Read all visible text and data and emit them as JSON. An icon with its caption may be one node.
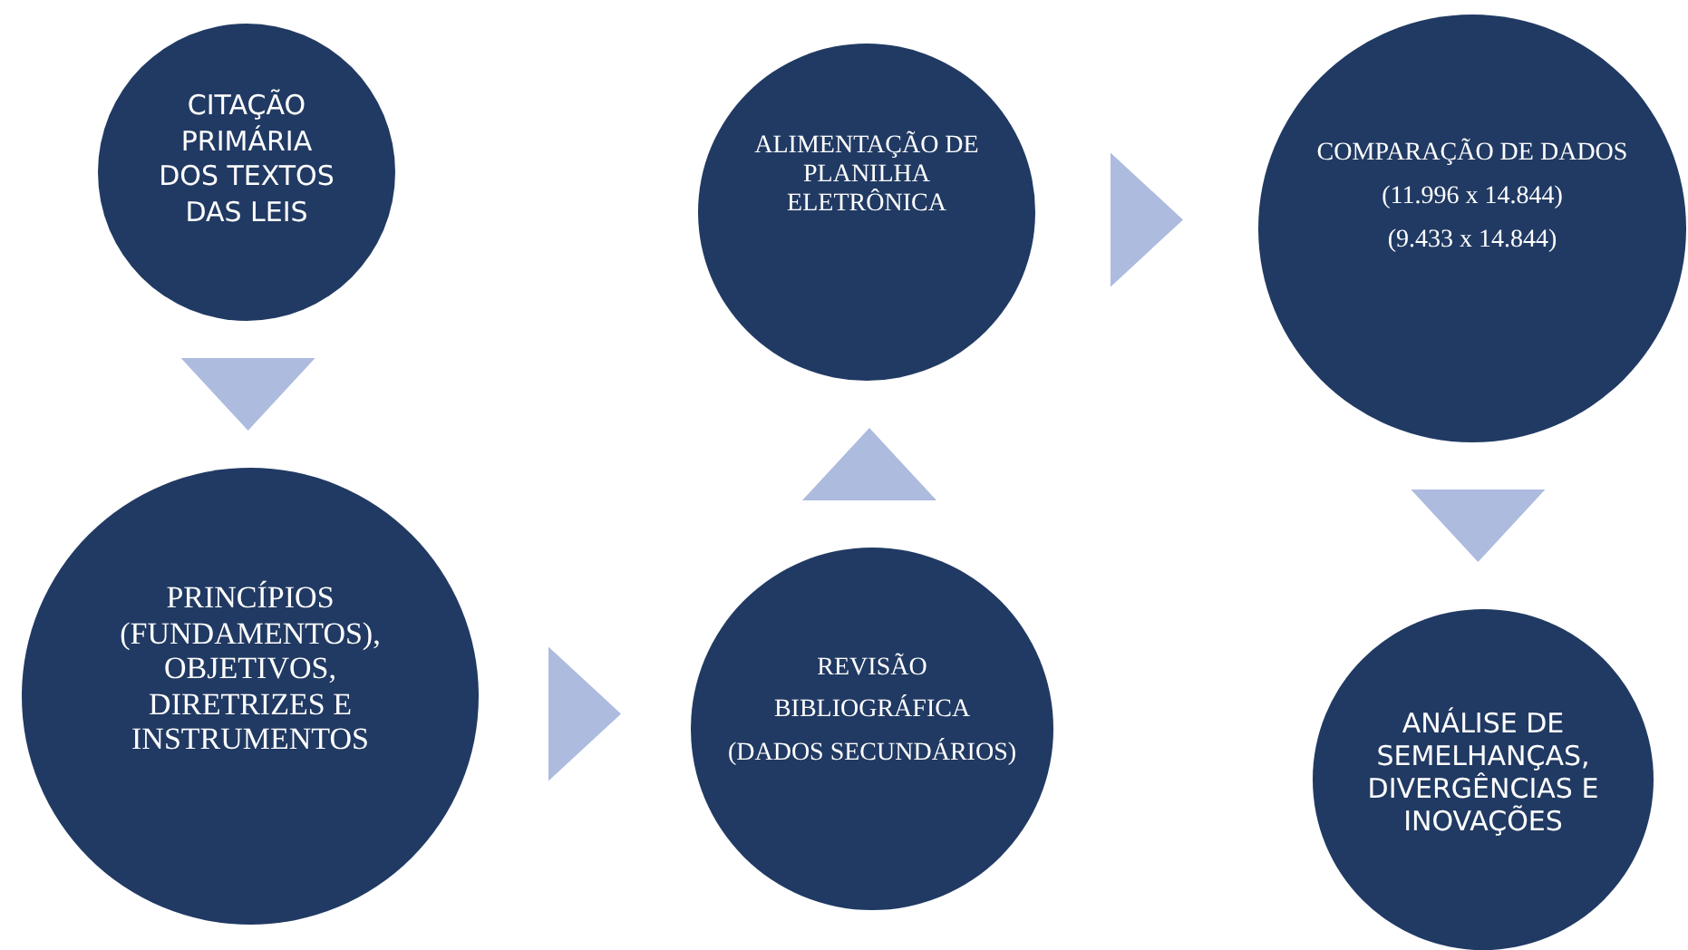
{
  "diagram": {
    "nodes": [
      {
        "text": [
          "CITAÇÃO PRIMÁRIA DOS TEXTOS DAS LEIS"
        ]
      },
      {
        "text": [
          "PRINCÍPIOS (FUNDAMENTOS), OBJETIVOS, DIRETRIZES E INSTRUMENTOS"
        ]
      },
      {
        "text": [
          "REVISÃO",
          "BIBLIOGRÁFICA",
          "(DADOS SECUNDÁRIOS)"
        ]
      },
      {
        "text": [
          "ALIMENTAÇÃO DE PLANILHA ELETRÔNICA"
        ]
      },
      {
        "text": [
          "COMPARAÇÃO DE DADOS",
          "(11.996 x 14.844)",
          "(9.433 x 14.844)"
        ]
      },
      {
        "text": [
          "ANÁLISE DE SEMELHANÇAS, DIVERGÊNCIAS E INOVAÇÕES"
        ]
      }
    ],
    "edges": [
      {
        "from": 0,
        "to": 1,
        "arrow": "to"
      },
      {
        "from": 1,
        "to": 2,
        "arrow": "to"
      },
      {
        "from": 2,
        "to": 3,
        "arrow": "to"
      },
      {
        "from": 3,
        "to": 4,
        "arrow": "to"
      },
      {
        "from": 4,
        "to": 5,
        "arrow": "to"
      }
    ]
  }
}
